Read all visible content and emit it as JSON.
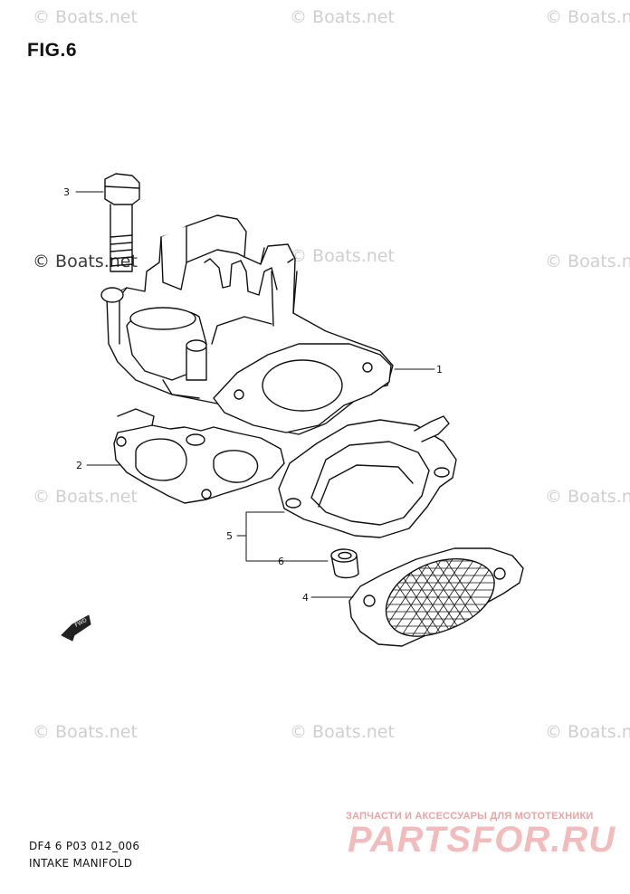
{
  "figure": {
    "title": "FIG.6"
  },
  "watermark": {
    "text": "© Boats.net"
  },
  "callouts": [
    {
      "id": "1",
      "label": "1"
    },
    {
      "id": "2",
      "label": "2"
    },
    {
      "id": "3",
      "label": "3"
    },
    {
      "id": "4",
      "label": "4"
    },
    {
      "id": "5",
      "label": "5"
    },
    {
      "id": "6",
      "label": "6"
    }
  ],
  "fwd_marker": {
    "label": "FWD"
  },
  "footer": {
    "code": "DF4 6 P03 012_006",
    "title": "INTAKE MANIFOLD"
  },
  "branding": {
    "caption": "ЗАПЧАСТИ И АКСЕССУАРЫ ДЛЯ МОТОТЕХНИКИ",
    "name": "PARTSFOR.RU"
  }
}
